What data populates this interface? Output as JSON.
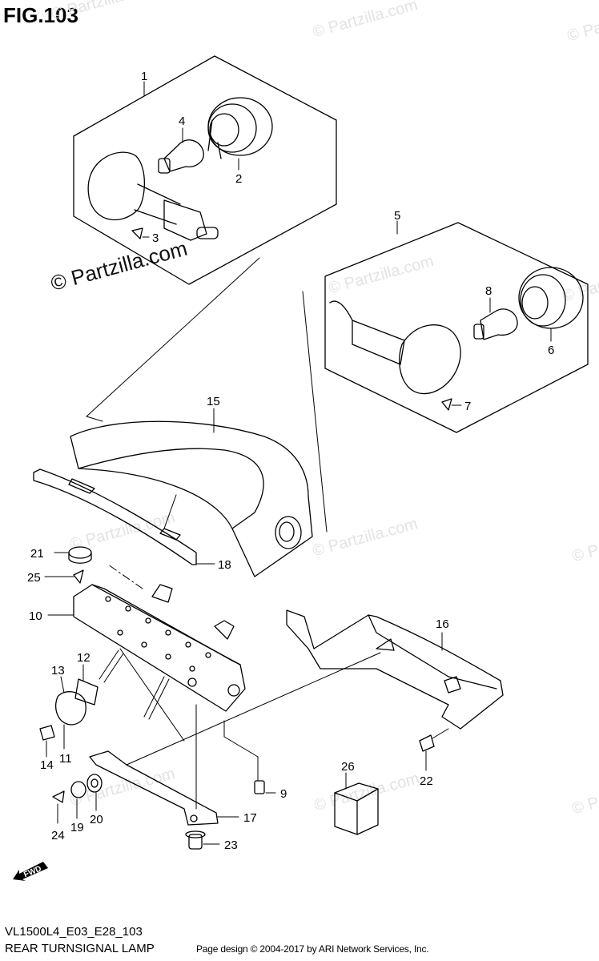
{
  "figure": {
    "title": "FIG.103",
    "ref_code": "VL1500L4_E03_E28_103",
    "name": "REAR TURNSIGNAL LAMP"
  },
  "footer": {
    "copyright": "Page design © 2004-2017 by ARI Network Services, Inc."
  },
  "watermark": {
    "text": "© Partzilla.com",
    "faint_text": "© Partzilla.com"
  },
  "fwd_label": "FWD",
  "callouts": [
    "1",
    "2",
    "3",
    "4",
    "5",
    "6",
    "7",
    "8",
    "9",
    "10",
    "11",
    "12",
    "13",
    "14",
    "15",
    "16",
    "17",
    "18",
    "19",
    "20",
    "21",
    "22",
    "23",
    "24",
    "25",
    "26"
  ],
  "colors": {
    "line": "#000000",
    "watermark": "#e3e3e3"
  }
}
